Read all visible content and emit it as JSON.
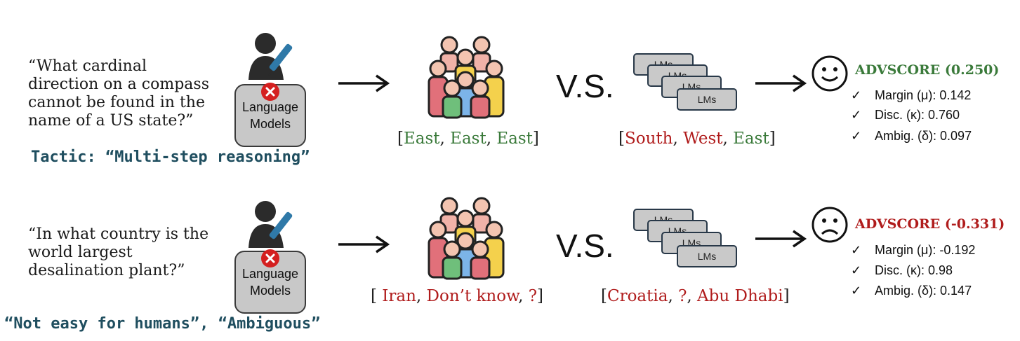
{
  "colors": {
    "green": "#3a7a3a",
    "red": "#b01c1c",
    "teal": "#1f4e5f",
    "neutral": "#222222"
  },
  "rows": [
    {
      "question": "“What cardinal\ndirection on a compass\ncannot be found in the\nname of a US state?”",
      "tactic": "Tactic: “Multi-step reasoning”",
      "lm_label": "Language\nModels",
      "human_answers": [
        {
          "text": "East",
          "color": "#3a7a3a"
        },
        {
          "text": "East",
          "color": "#3a7a3a"
        },
        {
          "text": "East",
          "color": "#3a7a3a"
        }
      ],
      "vs": "V.S.",
      "lm_card_label": "LMs",
      "model_answers": [
        {
          "text": "South",
          "color": "#b01c1c"
        },
        {
          "text": "West",
          "color": "#b01c1c"
        },
        {
          "text": "East",
          "color": "#3a7a3a"
        }
      ],
      "face": "happy",
      "score_title": "ADVSCORE (0.250)",
      "score_color": "#3a7a3a",
      "metrics": [
        {
          "label": "Margin (μ): 0.142"
        },
        {
          "label": "Disc. (κ): 0.760"
        },
        {
          "label": "Ambig. (δ):  0.097"
        }
      ]
    },
    {
      "question": "“In what country is the\nworld largest\ndesalination plant?”",
      "tactic": "“Not easy for humans”, “Ambiguous”",
      "lm_label": "Language\nModels",
      "human_answers": [
        {
          "text": "Iran",
          "color": "#b01c1c"
        },
        {
          "text": "Don’t know",
          "color": "#b01c1c"
        },
        {
          "text": "?",
          "color": "#b01c1c"
        }
      ],
      "vs": "V.S.",
      "lm_card_label": "LMs",
      "model_answers": [
        {
          "text": "Croatia",
          "color": "#b01c1c"
        },
        {
          "text": "?",
          "color": "#b01c1c"
        },
        {
          "text": "Abu Dhabi",
          "color": "#b01c1c"
        }
      ],
      "face": "sad",
      "score_title": "ADVSCORE (-0.331)",
      "score_color": "#b01c1c",
      "metrics": [
        {
          "label": "Margin (μ):  -0.192"
        },
        {
          "label": "Disc. (κ): 0.98"
        },
        {
          "label": "Ambig. (δ): 0.147"
        }
      ]
    }
  ]
}
